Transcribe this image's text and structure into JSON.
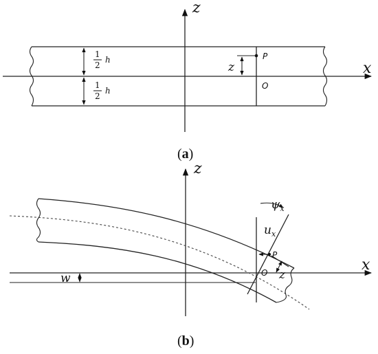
{
  "panel_a": {
    "caption_letter": "a",
    "axis_x": "x",
    "axis_z": "z",
    "half_num": "1",
    "half_den": "2",
    "half_var": "h",
    "z_label": "z",
    "point_p": "P",
    "point_o": "O"
  },
  "panel_b": {
    "caption_letter": "b",
    "axis_x": "x",
    "axis_z": "z",
    "w_label": "w",
    "psi": "ψ",
    "psi_sub": "x",
    "u": "u",
    "u_sub": "x",
    "z_label": "z",
    "point_p": "P",
    "point_o": "O"
  }
}
